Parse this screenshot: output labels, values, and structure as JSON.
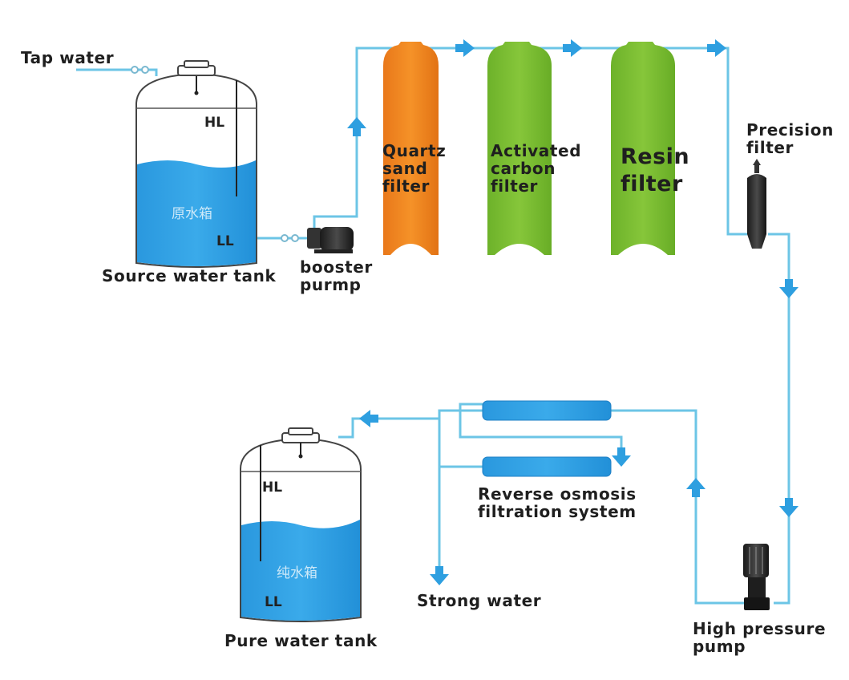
{
  "labels": {
    "tap_water": "Tap water",
    "source_tank": "Source water tank",
    "booster_pump": "booster\npurmp",
    "quartz": "Quartz\nsand\nfilter",
    "carbon": "Activated\ncarbon\nfilter",
    "resin": "Resin\nfilter",
    "precision": "Precision\nfilter",
    "ro": "Reverse osmosis\nfiltration system",
    "strong_water": "Strong water",
    "high_pressure": "High pressure\npump",
    "pure_tank": "Pure water tank"
  },
  "tank_marks": {
    "source_cn": "原水箱",
    "pure_cn": "纯水箱",
    "hl": "HL",
    "ll": "LL"
  },
  "colors": {
    "pipe": "#6cc5e6",
    "water": "#2e9fe0",
    "quartz": "#f28a1a",
    "carbon": "#7bbf2e",
    "resin": "#6fb92c",
    "arrow": "#2e9fe0"
  }
}
